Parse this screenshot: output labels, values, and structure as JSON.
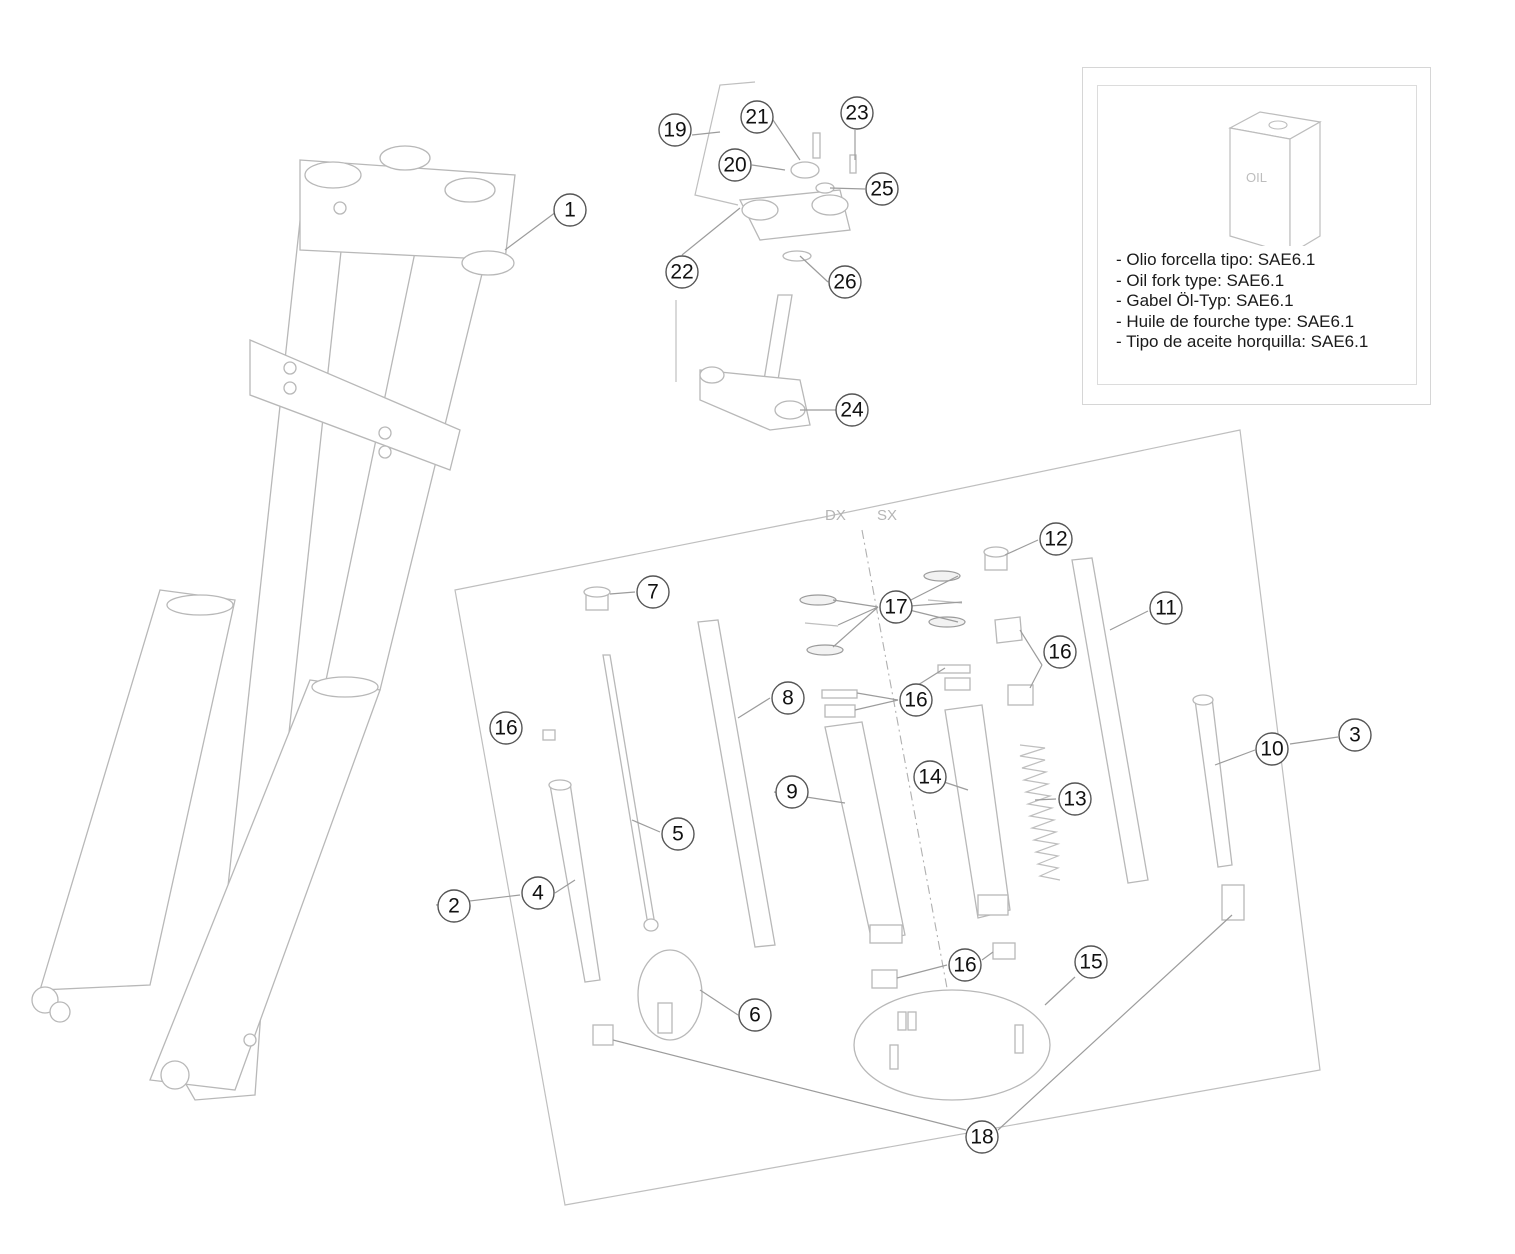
{
  "callouts": [
    {
      "n": "1"
    },
    {
      "n": "2"
    },
    {
      "n": "3"
    },
    {
      "n": "4"
    },
    {
      "n": "5"
    },
    {
      "n": "6"
    },
    {
      "n": "7"
    },
    {
      "n": "8"
    },
    {
      "n": "9"
    },
    {
      "n": "10"
    },
    {
      "n": "11"
    },
    {
      "n": "12"
    },
    {
      "n": "13"
    },
    {
      "n": "14"
    },
    {
      "n": "15"
    },
    {
      "n": "16"
    },
    {
      "n": "16"
    },
    {
      "n": "16"
    },
    {
      "n": "16"
    },
    {
      "n": "17"
    },
    {
      "n": "18"
    },
    {
      "n": "19"
    },
    {
      "n": "20"
    },
    {
      "n": "21"
    },
    {
      "n": "22"
    },
    {
      "n": "23"
    },
    {
      "n": "24"
    },
    {
      "n": "25"
    },
    {
      "n": "26"
    }
  ],
  "side_labels": {
    "right": "DX",
    "left": "SX"
  },
  "oil_box": {
    "can_label": "OIL",
    "lines": [
      "- Olio forcella tipo: SAE6.1",
      "- Oil fork type: SAE6.1",
      "- Gabel Öl-Typ: SAE6.1",
      "- Huile de fourche type: SAE6.1",
      "- Tipo de aceite horquilla: SAE6.1"
    ]
  }
}
